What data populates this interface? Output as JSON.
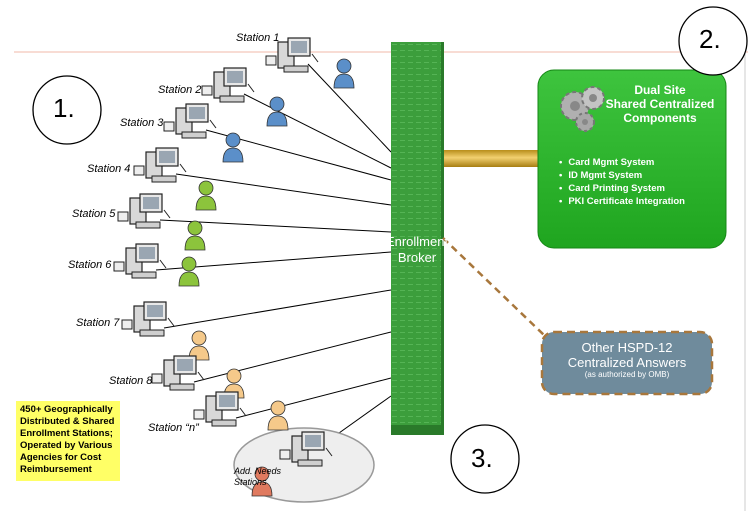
{
  "callouts": {
    "one": "1.",
    "two": "2.",
    "three": "3."
  },
  "stations": [
    {
      "label": "Station 1",
      "person": "blue"
    },
    {
      "label": "Station 2",
      "person": "blue"
    },
    {
      "label": "Station 3",
      "person": "blue"
    },
    {
      "label": "Station 4",
      "person": "green"
    },
    {
      "label": "Station 5",
      "person": "green"
    },
    {
      "label": "Station 6",
      "person": "green"
    },
    {
      "label": "Station 7",
      "person": "peach"
    },
    {
      "label": "Station 8",
      "person": "peach"
    },
    {
      "label": "Station “n”",
      "person": "peach"
    }
  ],
  "broker": {
    "line1": "Enrollment",
    "line2": "Broker"
  },
  "central": {
    "title_line1": "Dual Site",
    "title_line2": "Shared Centralized",
    "title_line3": "Components",
    "items": [
      "Card Mgmt System",
      "ID Mgmt System",
      "Card Printing System",
      "PKI Certificate Integration"
    ]
  },
  "other": {
    "line1": "Other HSPD-12",
    "line2": "Centralized Answers",
    "note": "(as authorized by OMB)"
  },
  "info_box": {
    "text": "450+ Geographically Distributed & Shared Enrollment Stations; Operated by Various Agencies for Cost Reimbursement"
  },
  "add_needs": {
    "label": "Add. Needs\nStations",
    "person": "red"
  },
  "colors": {
    "broker": "#3a9b3a",
    "central_box": "#2db52d",
    "connector": "#d4a82c",
    "other_box": "#6f8b9c",
    "dashed": "#a8773c",
    "top_rule": "#f0b8a8",
    "blue": "#5b8fc9",
    "green": "#8cc43c",
    "peach": "#f5c98a",
    "red": "#e07a5f"
  }
}
